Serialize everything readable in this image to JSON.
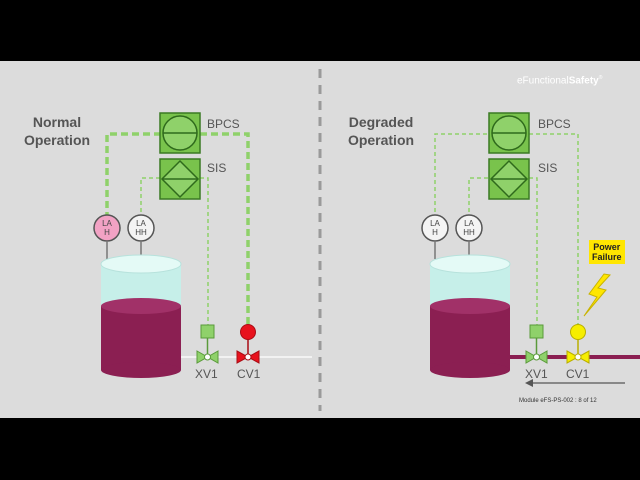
{
  "brand": {
    "prefix": "eFunctional",
    "suffix": "Safety",
    "mark": "®"
  },
  "footer": "Module eFS-PS-002 : 8 of 12",
  "left_panel": {
    "title_line1": "Normal",
    "title_line2": "Operation",
    "bpcs": "BPCS",
    "sis": "SIS",
    "lah_line1": "LA",
    "lah_line2": "H",
    "lahh_line1": "LA",
    "lahh_line2": "HH",
    "xv1": "XV1",
    "cv1": "CV1"
  },
  "right_panel": {
    "title_line1": "Degraded",
    "title_line2": "Operation",
    "bpcs": "BPCS",
    "sis": "SIS",
    "lah_line1": "LA",
    "lah_line2": "H",
    "lahh_line1": "LA",
    "lahh_line2": "HH",
    "xv1": "XV1",
    "cv1": "CV1",
    "alert_line1": "Power",
    "alert_line2": "Failure"
  },
  "colors": {
    "active_signal": "#8fd16a",
    "fault_red": "#e8121d",
    "fault_yellow": "#f6ee00",
    "liquid": "#8b1f52",
    "tank_top": "#c6efe9",
    "alarm_pink": "#f2a2c4"
  }
}
